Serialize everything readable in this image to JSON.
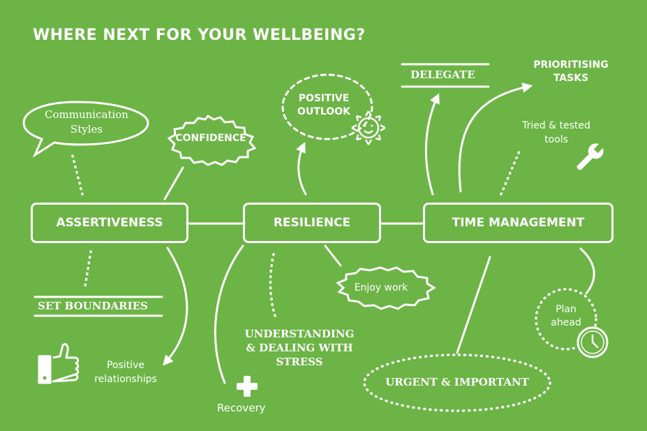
{
  "title": "WHERE NEXT FOR YOUR WELLBEING?",
  "hubs": {
    "assertiveness": "ASSERTIVENESS",
    "resilience": "RESILIENCE",
    "time_management": "TIME MANAGEMENT"
  },
  "nodes": {
    "communication_styles": "Communication\nStyles",
    "confidence": "CONFIDENCE",
    "set_boundaries": "SET BOUNDARIES",
    "positive_relationships": "Positive\nrelationships",
    "positive_outlook": "POSITIVE\nOUTLOOK",
    "enjoy_work": "Enjoy work",
    "understanding_stress": "UNDERSTANDING\n& DEALING WITH\nSTRESS",
    "recovery": "Recovery",
    "delegate": "DELEGATE",
    "prioritising_tasks": "PRIORITISING\nTASKS",
    "tried_tested_tools": "Tried & tested\ntools",
    "plan_ahead": "Plan\nahead",
    "urgent_important": "URGENT & IMPORTANT"
  },
  "colors": {
    "background": "#6cb445",
    "foreground": "#ffffff"
  },
  "icons": [
    "thumbs-up-icon",
    "cross-icon",
    "sun-icon",
    "wrench-icon",
    "clock-icon"
  ]
}
